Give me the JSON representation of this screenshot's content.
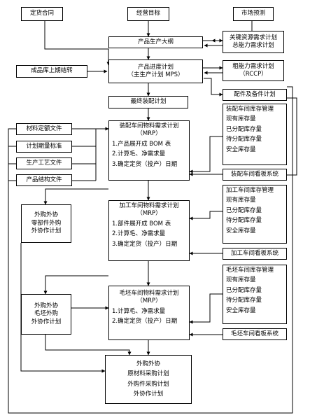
{
  "top": {
    "contract": "定货合同",
    "goal": "经营目标",
    "forecast": "市场预测"
  },
  "production_plan": "产品生产大纲",
  "resource_req": [
    "关键资源需求计划",
    "总能力需求计划"
  ],
  "schedule": [
    "产品进度计划",
    "（主生产计划 MPS）"
  ],
  "finished_goods": "成品库上期结转",
  "rough_capacity": [
    "粗能力需求计划",
    "（RCCP）"
  ],
  "final_assembly": "最终装配计划",
  "spare_parts": "配件及备件计划",
  "left_inputs": [
    "材料定额文件",
    "计划期量标准",
    "生产工艺文件",
    "产品结构文件"
  ],
  "assembly_mrp": [
    "装配车间物料需求计划",
    "（MRP）",
    "1.产品展开成 BOM 表",
    "2.计算毛、净需求量",
    "3.确定定货（投产）日期"
  ],
  "assembly_inventory": [
    "装配车间库存管理",
    "现有库存量",
    "已分配库存量",
    "待分配库存量",
    "安全库存量"
  ],
  "assembly_kanban": "装配车间看板系统",
  "outsource_parts": [
    "外购外协",
    "零部件外购",
    "外协作计划"
  ],
  "machining_mrp": [
    "加工车间物料需求计划",
    "（MRP）",
    "1.部件展开成 BOM 表",
    "2.计算毛、净需求量",
    "3.确定定货（投产）日期"
  ],
  "machining_inventory": [
    "加工车间库存管理",
    "现有库存量",
    "已分配库存量",
    "待分配库存量",
    "安全库存量"
  ],
  "machining_kanban": "加工车间看板系统",
  "outsource_blanks": [
    "外购外协",
    "毛坯外购",
    "外协作计划"
  ],
  "blank_mrp": [
    "毛坯车间物料需求计划",
    "（MRP）",
    "1.计算毛、净需求量",
    "2.确定定货（投产）日期"
  ],
  "blank_inventory": [
    "毛坯车间库存管理",
    "现有库存量",
    "已分配库存量",
    "待分配库存量",
    "安全库存量"
  ],
  "blank_kanban": "毛坯车间看板系统",
  "final_procurement": [
    "外购外协",
    "原材料采购计划",
    "外购件采购计划",
    "外协作计划"
  ]
}
